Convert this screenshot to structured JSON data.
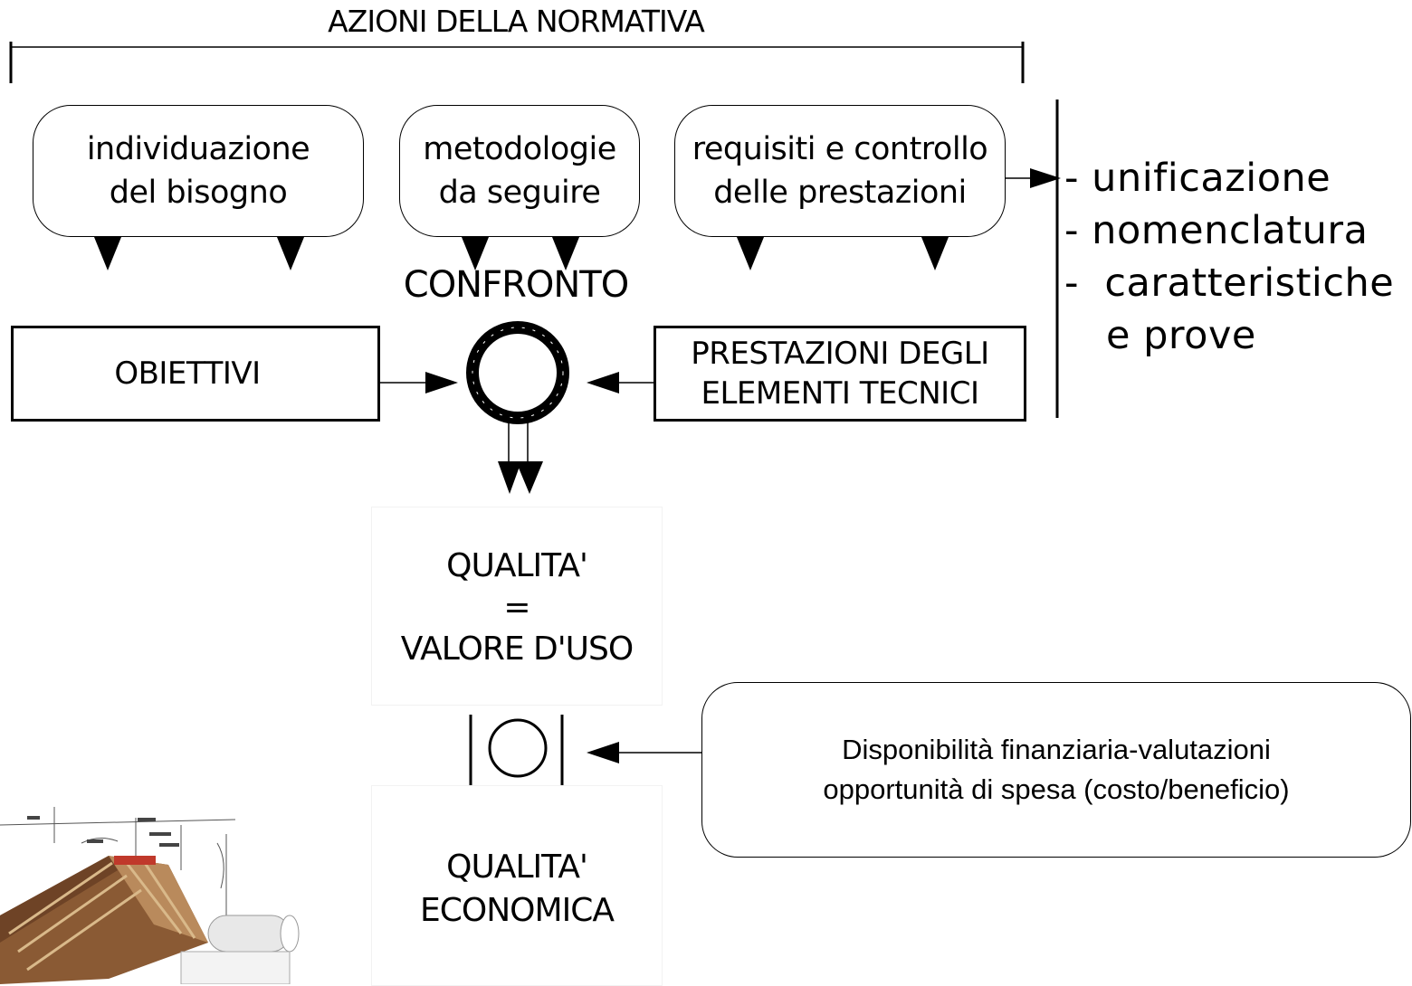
{
  "header": {
    "title": "AZIONI DELLA NORMATIVA"
  },
  "top_boxes": [
    {
      "line1": "individuazione",
      "line2": "del bisogno"
    },
    {
      "line1": "metodologie",
      "line2": "da seguire"
    },
    {
      "line1": "requisiti e controllo",
      "line2": "delle prestazioni"
    }
  ],
  "side_list": [
    "- unificazione",
    "- nomenclatura",
    "-  caratteristiche",
    "e prove"
  ],
  "comparison": {
    "label": "CONFRONTO",
    "left_box": "OBIETTIVI",
    "right_box_line1": "PRESTAZIONI DEGLI",
    "right_box_line2": "ELEMENTI TECNICI"
  },
  "quality": {
    "line1": "QUALITA'",
    "line2": "=",
    "line3": "VALORE D'USO"
  },
  "economic": {
    "line1": "QUALITA'",
    "line2": "ECONOMICA"
  },
  "finance_box": {
    "line1": "Disponibilità finanziaria-valutazioni",
    "line2": "opportunità di spesa (costo/beneficio)"
  },
  "illustration": {
    "icon": "house-blueprint-illustration-icon"
  }
}
